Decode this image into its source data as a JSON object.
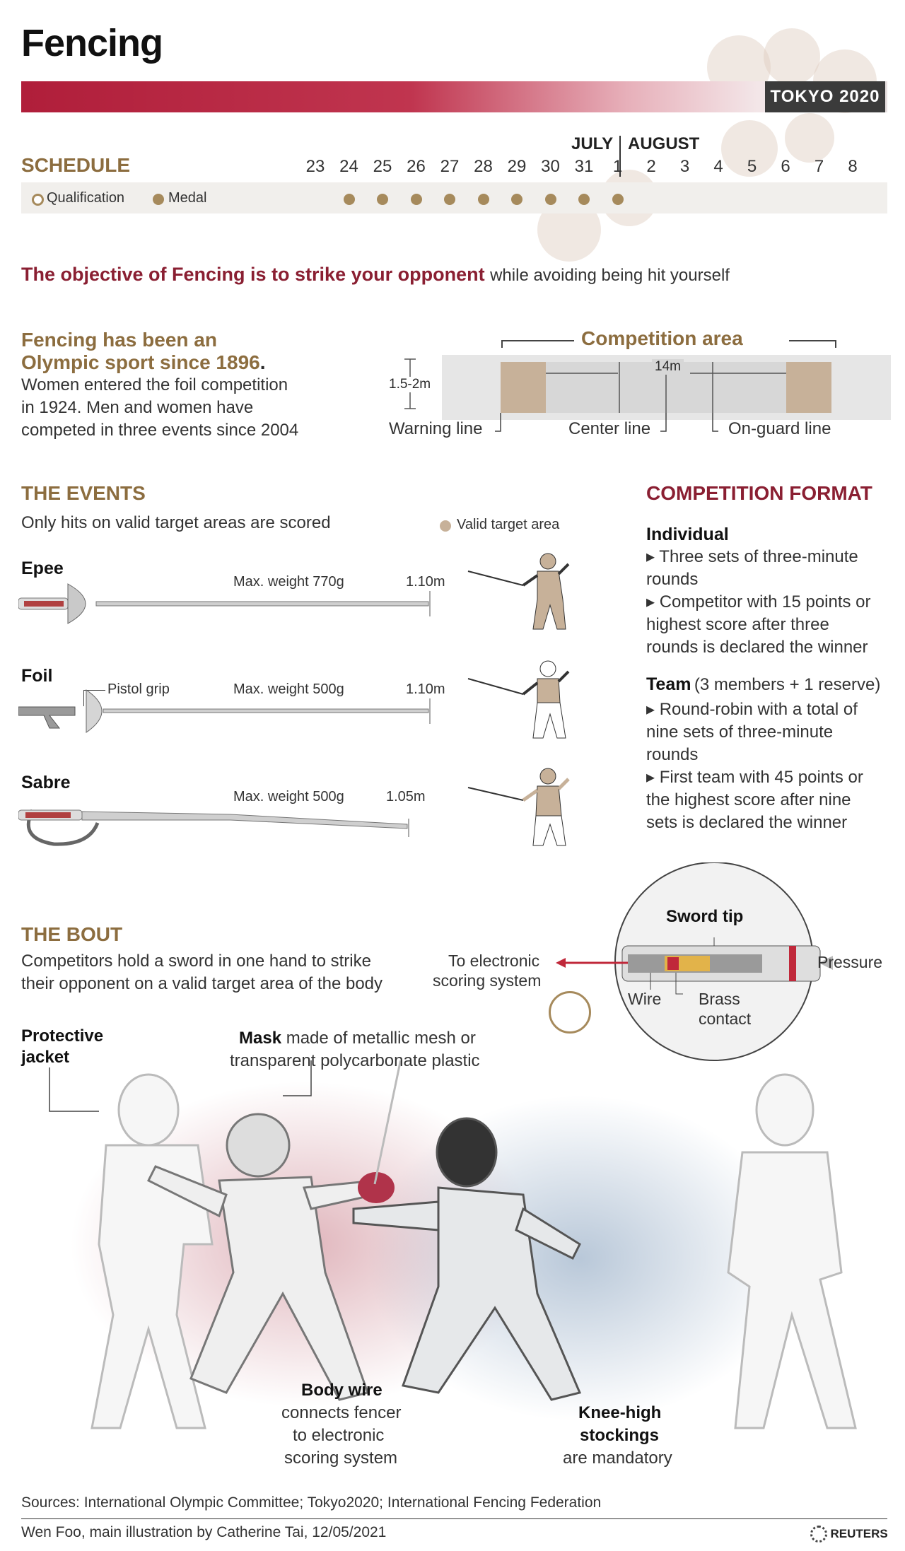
{
  "header": {
    "title": "Fencing",
    "badge": "TOKYO 2020"
  },
  "schedule": {
    "title": "SCHEDULE",
    "month_july": "JULY",
    "month_august": "AUGUST",
    "days": [
      "23",
      "24",
      "25",
      "26",
      "27",
      "28",
      "29",
      "30",
      "31",
      "1",
      "2",
      "3",
      "4",
      "5",
      "6",
      "7",
      "8"
    ],
    "medal_days": [
      "24",
      "25",
      "26",
      "27",
      "28",
      "29",
      "30",
      "31",
      "1"
    ],
    "legend_qualification": "Qualification",
    "legend_medal": "Medal"
  },
  "objective": {
    "bold": "The objective of Fencing is to strike your opponent",
    "rest": "while avoiding being hit yourself"
  },
  "history": {
    "bold_line1": "Fencing has been an",
    "bold_line2": "Olympic sport since 1896",
    "period": ".",
    "line1": "Women entered the foil competition",
    "line2": "in 1924. Men and women have",
    "line3": "competed in three events since 2004"
  },
  "competition_area": {
    "title": "Competition area",
    "length": "14m",
    "width": "1.5-2m",
    "warning_line": "Warning line",
    "center_line": "Center line",
    "on_guard_line": "On-guard line"
  },
  "events": {
    "title": "THE EVENTS",
    "subtitle": "Only hits on valid target areas are scored",
    "legend": "Valid target area",
    "items": [
      {
        "name": "Epee",
        "weight": "Max. weight 770g",
        "length": "1.10m"
      },
      {
        "name": "Foil",
        "weight": "Max. weight 500g",
        "length": "1.10m",
        "extra": "Pistol grip"
      },
      {
        "name": "Sabre",
        "weight": "Max. weight 500g",
        "length": "1.05m"
      }
    ]
  },
  "format": {
    "title": "COMPETITION FORMAT",
    "individual_title": "Individual",
    "ind_b1_l1": "▸ Three sets of three-minute",
    "ind_b1_l2": "rounds",
    "ind_b2_l1": "▸ Competitor with 15 points or",
    "ind_b2_l2": "highest score after three",
    "ind_b2_l3": "rounds is declared the winner",
    "team_title": "Team",
    "team_sub": "(3 members + 1 reserve)",
    "team_b1_l1": "▸ Round-robin with a total of",
    "team_b1_l2": "nine sets of three-minute",
    "team_b1_l3": "rounds",
    "team_b2_l1": "▸ First team with 45 points or",
    "team_b2_l2": "the highest score after nine",
    "team_b2_l3": "sets is declared the winner"
  },
  "bout": {
    "title": "THE BOUT",
    "line1": "Competitors hold a sword in one hand to strike",
    "line2": "their opponent on a valid target area of the body",
    "sword_tip": "Sword tip",
    "to_electronic_l1": "To electronic",
    "to_electronic_l2": "scoring system",
    "pressure": "Pressure",
    "wire": "Wire",
    "brass_l1": "Brass",
    "brass_l2": "contact",
    "jacket_l1": "Protective",
    "jacket_l2": "jacket",
    "mask_bold": "Mask",
    "mask_rest": "made of metallic mesh or",
    "mask_l2": "transparent polycarbonate plastic",
    "bodywire_bold": "Body wire",
    "bodywire_l1": "connects fencer",
    "bodywire_l2": "to electronic",
    "bodywire_l3": "scoring system",
    "stock_l1": "Knee-high",
    "stock_l2": "stockings",
    "stock_l3": "are mandatory"
  },
  "footer": {
    "sources": "Sources: International Olympic Committee; Tokyo2020; International Fencing Federation",
    "credit": "Wen Foo, main illustration by Catherine Tai, 12/05/2021",
    "logo": "REUTERS"
  },
  "colors": {
    "maroon": "#8a1f32",
    "gold": "#8c6d3f",
    "target": "#c7b199"
  }
}
